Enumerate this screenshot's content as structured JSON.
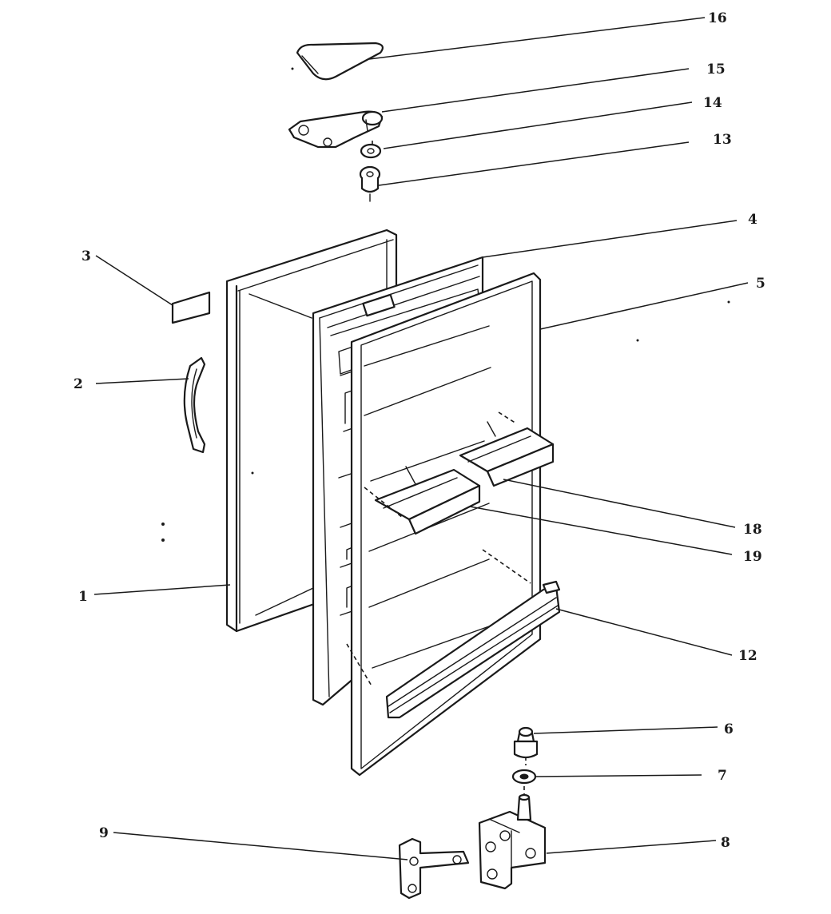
{
  "callouts": [
    {
      "id": "1",
      "label": "1"
    },
    {
      "id": "2",
      "label": "2"
    },
    {
      "id": "3",
      "label": "3"
    },
    {
      "id": "4",
      "label": "4"
    },
    {
      "id": "5",
      "label": "5"
    },
    {
      "id": "6",
      "label": "6"
    },
    {
      "id": "7",
      "label": "7"
    },
    {
      "id": "8",
      "label": "8"
    },
    {
      "id": "9",
      "label": "9"
    },
    {
      "id": "12",
      "label": "12"
    },
    {
      "id": "13",
      "label": "13"
    },
    {
      "id": "14",
      "label": "14"
    },
    {
      "id": "15",
      "label": "15"
    },
    {
      "id": "16",
      "label": "16"
    },
    {
      "id": "18",
      "label": "18"
    },
    {
      "id": "19",
      "label": "19"
    }
  ]
}
